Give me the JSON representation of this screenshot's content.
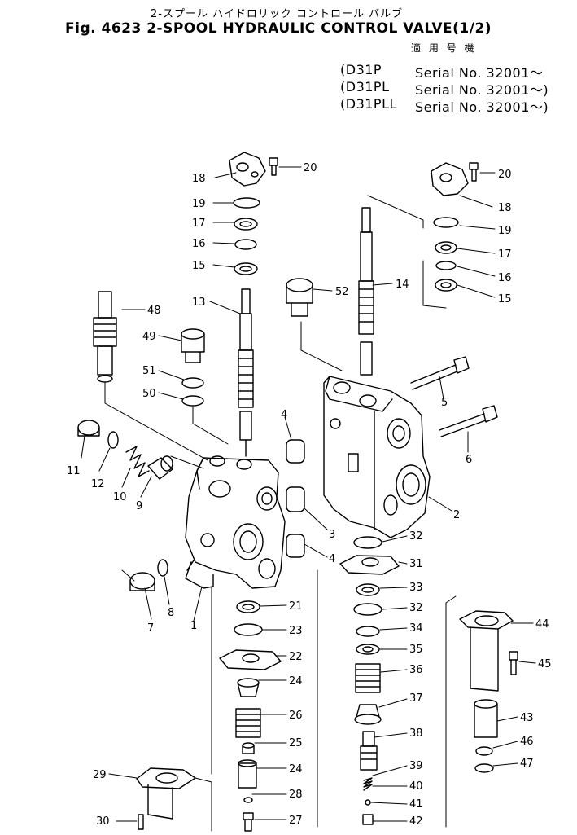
{
  "title_jp": "2-スプール ハイドロリック コントロール バルブ",
  "title_en": "Fig. 4623 2-SPOOL HYDRAULIC CONTROL VALVE(1/2)",
  "applicable_header": "適 用 号 機",
  "applicability": [
    {
      "model": "(D31P",
      "serial": "Serial No. 32001～"
    },
    {
      "model": "(D31PL",
      "serial": "Serial No. 32001～)"
    },
    {
      "model": "(D31PLL",
      "serial": "Serial No. 32001～)"
    }
  ],
  "parts": {
    "p1": "1",
    "p2": "2",
    "p3": "3",
    "p4a": "4",
    "p4b": "4",
    "p5": "5",
    "p6": "6",
    "p7": "7",
    "p8": "8",
    "p9": "9",
    "p10": "10",
    "p11": "11",
    "p12": "12",
    "p13": "13",
    "p14": "14",
    "p15a": "15",
    "p15b": "15",
    "p16a": "16",
    "p16b": "16",
    "p17a": "17",
    "p17b": "17",
    "p18a": "18",
    "p18b": "18",
    "p19a": "19",
    "p19b": "19",
    "p20a": "20",
    "p20b": "20",
    "p21": "21",
    "p22": "22",
    "p23": "23",
    "p24a": "24",
    "p24b": "24",
    "p25": "25",
    "p26": "26",
    "p27": "27",
    "p28": "28",
    "p29": "29",
    "p30": "30",
    "p31": "31",
    "p32a": "32",
    "p32b": "32",
    "p33": "33",
    "p34": "34",
    "p35": "35",
    "p36": "36",
    "p37": "37",
    "p38": "38",
    "p39": "39",
    "p40": "40",
    "p41": "41",
    "p42": "42",
    "p43": "43",
    "p44": "44",
    "p45": "45",
    "p46": "46",
    "p47": "47",
    "p48": "48",
    "p49": "49",
    "p50": "50",
    "p51": "51",
    "p52": "52"
  }
}
